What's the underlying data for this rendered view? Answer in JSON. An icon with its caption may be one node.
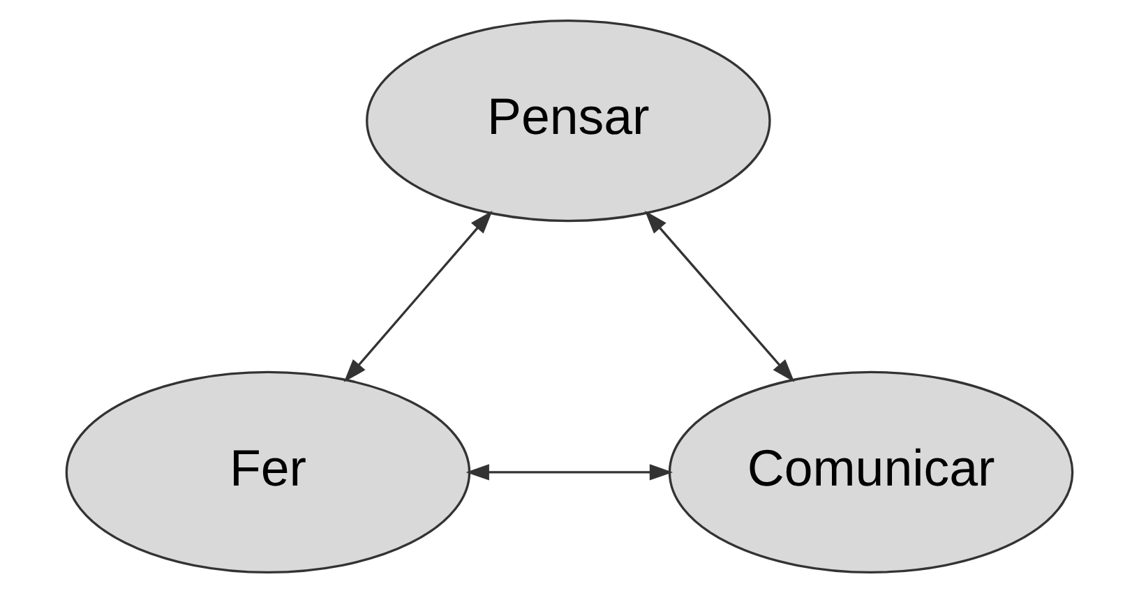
{
  "diagram": {
    "nodes": [
      {
        "text": [
          "Pensar"
        ]
      },
      {
        "text": [
          "Fer"
        ]
      },
      {
        "text": [
          "Comunicar"
        ]
      }
    ],
    "edges": [
      {
        "from": 0,
        "to": 1,
        "arrow": "both"
      },
      {
        "from": 0,
        "to": 2,
        "arrow": "both"
      },
      {
        "from": 1,
        "to": 2,
        "arrow": "both"
      }
    ]
  }
}
